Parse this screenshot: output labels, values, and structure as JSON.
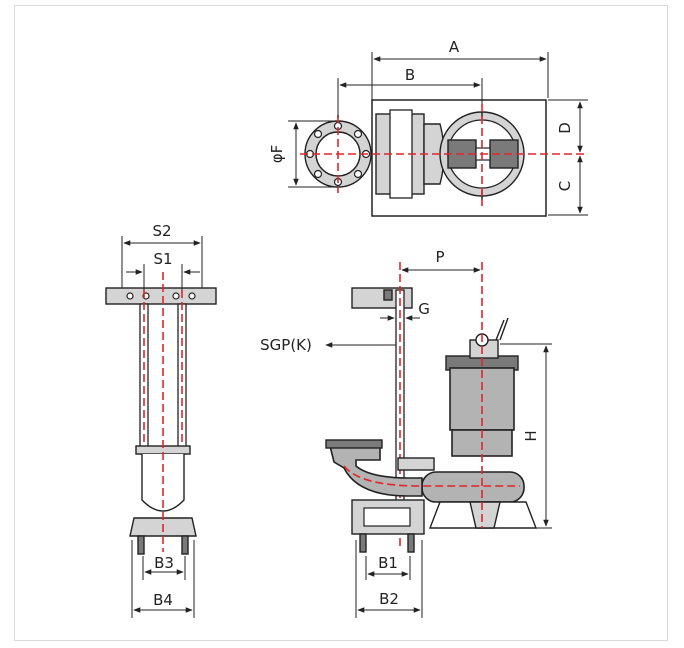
{
  "labels": {
    "A": "A",
    "B": "B",
    "C": "C",
    "D": "D",
    "F": "φF",
    "S1": "S1",
    "S2": "S2",
    "P": "P",
    "G": "G",
    "SGP": "SGP(K)",
    "H": "H",
    "B1": "B1",
    "B2": "B2",
    "B3": "B3",
    "B4": "B4"
  },
  "colors": {
    "centerline": "#e0262b",
    "line": "#222222",
    "body": "#b3b3b3",
    "frame": "#d9d9d9"
  }
}
